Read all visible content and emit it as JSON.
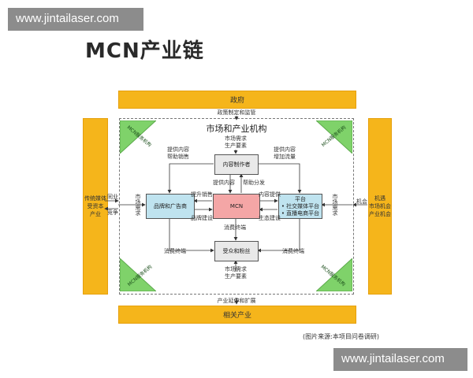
{
  "watermark": "www.jintailaser.com",
  "title": "MCN产业链",
  "gov_bar": "政府",
  "gov_note": "政策制定和监管",
  "related_bar": "相关产业",
  "related_note": "产业延伸和扩展",
  "left_bar": "传统媒体\n受资本\n产业",
  "left_labels": [
    "同业",
    "竞争"
  ],
  "right_bar": "机遇\n市场机会\n产业机会",
  "right_label": "机会",
  "market_title": "市场和产业机构",
  "mcn_org_label": "MCN服务机构",
  "boxes": {
    "content": "内容制作者",
    "brand": "品牌和广告商",
    "mcn": "MCN",
    "platform": "平台",
    "platform_items": [
      "• 社交媒体平台",
      "• 直播电商平台"
    ],
    "audience": "受众和粉丝"
  },
  "labels": {
    "top_demand": "市场需求\n生产要素",
    "left_up": "提供内容\n帮助销售",
    "right_up": "提供内容\n增加流量",
    "provide_content": "提供内容",
    "help_distribute": "帮助分发",
    "left_demand": "市场需求",
    "right_demand": "市场需求",
    "promote_sales": "提升销售",
    "content_provide": "内容提供",
    "brand_build": "品牌建设",
    "eco_build": "生态建设",
    "consumer_terminal_mid": "消费终端",
    "consumer_terminal_left": "消费终端",
    "consumer_terminal_right": "消费终端",
    "bottom_demand": "市场需求\n生产要素"
  },
  "source": "(图片来源:本项目问卷调研)",
  "colors": {
    "bar": "#f5b51b",
    "mcn_box": "#f4a6a6",
    "blue_box": "#bfe3ef",
    "gray_box": "#e9e9e9",
    "triangle": "#7fd26a"
  }
}
